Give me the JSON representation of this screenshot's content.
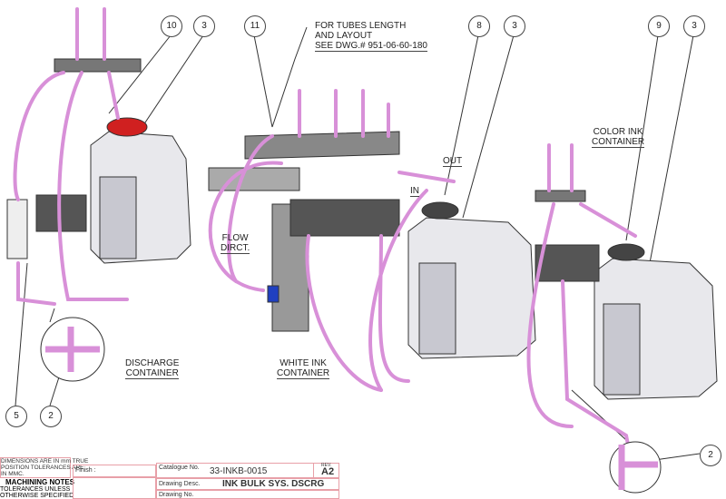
{
  "note": {
    "line1": "FOR TUBES LENGTH",
    "line2": "AND LAYOUT",
    "line3": "SEE DWG.# 951-06-60-180"
  },
  "labels": {
    "discharge": [
      "DISCHARGE",
      "CONTAINER"
    ],
    "white": [
      "WHITE INK",
      "CONTAINER"
    ],
    "color": [
      "COLOR INK",
      "CONTAINER"
    ],
    "flow": [
      "FLOW",
      "DIRCT."
    ],
    "in": "IN",
    "out": "OUT"
  },
  "balloons": [
    "10",
    "3",
    "11",
    "8",
    "3",
    "9",
    "3",
    "5",
    "2",
    "2"
  ],
  "title_block": {
    "dims": [
      "DIMENSIONS ARE IN mm TRUE",
      "POSITION TOLERANCES ARE",
      "IN MMC."
    ],
    "machining": "MACHINING NOTES",
    "tol": [
      "TOLERANCES UNLESS",
      "OTHERWISE SPECIFIED"
    ],
    "finish": "Finish :",
    "catalog_label": "Catalogue No.",
    "catalog": "33-INKB-0015",
    "rev_label": "REV.",
    "rev": "A2",
    "desc_label": "Drawing  Desc.",
    "desc": "INK BULK SYS. DSCRG",
    "drawing_no_label": "Drawing  No."
  },
  "colors": {
    "tube": "#d890d8",
    "cap_red": "#d02020",
    "container": "#e8e8ec",
    "outline": "#333333",
    "title_border": "#e8a0a8"
  }
}
